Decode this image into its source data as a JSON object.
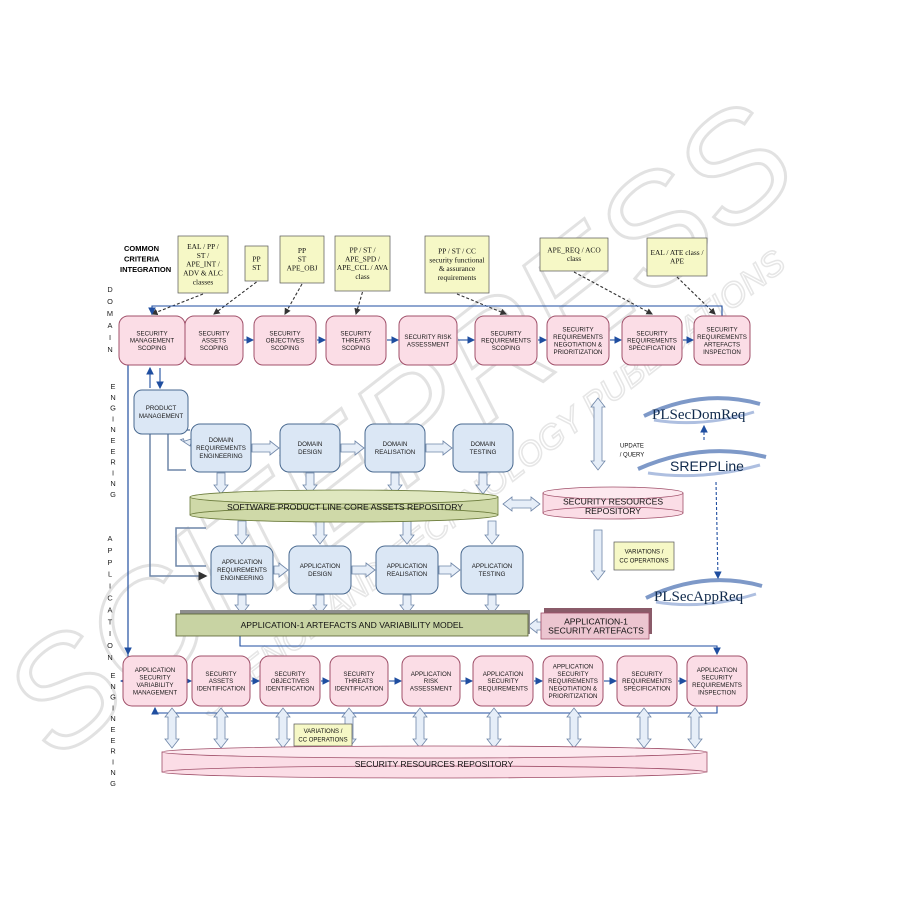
{
  "watermark": {
    "main": "SCITEPRESS",
    "sub": "SCIENCE AND TECHNOLOGY PUBLICATIONS"
  },
  "cc": {
    "title_lines": [
      "COMMON",
      "CRITERIA",
      "INTEGRATION"
    ],
    "notes": [
      [
        "EAL / PP /",
        "ST /",
        "APE_INT /",
        "ADV & ALC",
        "classes"
      ],
      [
        "PP",
        "ST"
      ],
      [
        "PP",
        "ST",
        "APE_OBJ"
      ],
      [
        "PP / ST /",
        "APE_SPD /",
        "APE_CCL / AVA",
        "class"
      ],
      [
        "PP / ST / CC",
        "security functional",
        "& assurance",
        "requirements"
      ],
      [
        "APE_REQ / ACO",
        "class"
      ],
      [
        "EAL / ATE class /",
        "APE"
      ]
    ]
  },
  "side_labels": {
    "domain": [
      "D",
      "O",
      "M",
      "A",
      "I",
      "N"
    ],
    "engineering_top": [
      "E",
      "N",
      "G",
      "I",
      "N",
      "E",
      "E",
      "R",
      "I",
      "N",
      "G"
    ],
    "application": [
      "A",
      "P",
      "P",
      "L",
      "I",
      "C",
      "A",
      "T",
      "I",
      "O",
      "N"
    ],
    "engineering_bottom": [
      "E",
      "N",
      "G",
      "I",
      "N",
      "E",
      "E",
      "R",
      "I",
      "N",
      "G"
    ]
  },
  "domain_row": [
    [
      "SECURITY",
      "MANAGEMENT",
      "SCOPING"
    ],
    [
      "SECURITY",
      "ASSETS",
      "SCOPING"
    ],
    [
      "SECURITY",
      "OBJECTIVES",
      "SCOPING"
    ],
    [
      "SECURITY",
      "THREATS",
      "SCOPING"
    ],
    [
      "SECURITY RISK",
      "ASSESSMENT"
    ],
    [
      "SECURITY",
      "REQUIREMENTS",
      "SCOPING"
    ],
    [
      "SECURITY",
      "REQUIREMENTS",
      "NEGOTIATION &",
      "PRIORITIZATION"
    ],
    [
      "SECURITY",
      "REQUIREMENTS",
      "SPECIFICATION"
    ],
    [
      "SECURITY",
      "REQUIREMENTS",
      "ARTEFACTS",
      "INSPECTION"
    ]
  ],
  "product_management": [
    "PRODUCT",
    "MANAGEMENT"
  ],
  "domain_process": [
    [
      "DOMAIN",
      "REQUIREMENTS",
      "ENGINEERING"
    ],
    [
      "DOMAIN",
      "DESIGN"
    ],
    [
      "DOMAIN",
      "REALISATION"
    ],
    [
      "DOMAIN",
      "TESTING"
    ]
  ],
  "core_repo": "SOFTWARE PRODUCT LINE CORE ASSETS REPOSITORY",
  "security_repo_top": [
    "SECURITY RESOURCES",
    "REPOSITORY"
  ],
  "update_query": [
    "UPDATE",
    "/ QUERY"
  ],
  "variations_right": [
    "VARIATIONS /",
    "CC OPERATIONS"
  ],
  "plsec_dom": "PLSecDomReq",
  "srepp": "SREPPLine",
  "plsec_app": "PLSecAppReq",
  "app_process": [
    [
      "APPLICATION",
      "REQUIREMENTS",
      "ENGINEERING"
    ],
    [
      "APPLICATION",
      "DESIGN"
    ],
    [
      "APPLICATION",
      "REALISATION"
    ],
    [
      "APPLICATION",
      "TESTING"
    ]
  ],
  "app_model": "APPLICATION-1 ARTEFACTS AND VARIABILITY MODEL",
  "app_sec_artefacts": [
    "APPLICATION-1",
    "SECURITY ARTEFACTS"
  ],
  "app_row": [
    [
      "APPLICATION",
      "SECURITY",
      "VARIABILITY",
      "MANAGEMENT"
    ],
    [
      "SECURITY",
      "ASSETS",
      "IDENTIFICATION"
    ],
    [
      "SECURITY",
      "OBJECTIVES",
      "IDENTIFICATION"
    ],
    [
      "SECURITY",
      "THREATS",
      "IDENTIFICATION"
    ],
    [
      "APPLICATION",
      "RISK",
      "ASSESSMENT"
    ],
    [
      "APPLICATION",
      "SECURITY",
      "REQUIREMENTS"
    ],
    [
      "APPLICATION",
      "SECURITY",
      "REQUIREMENTS",
      "NEGOTIATION &",
      "PRIORITIZATION"
    ],
    [
      "SECURITY",
      "REQUIREMENTS",
      "SPECIFICATION"
    ],
    [
      "APPLICATION",
      "SECURITY",
      "REQUIREMENTS",
      "INSPECTION"
    ]
  ],
  "variations_bottom": [
    "VARIATIONS /",
    "CC OPERATIONS"
  ],
  "security_repo_bottom": "SECURITY RESOURCES REPOSITORY",
  "colors": {
    "pink_fill": "#fbdde6",
    "pink_stroke": "#a0506a",
    "blue_fill": "#dbe7f5",
    "blue_stroke": "#4a6a90",
    "note_fill": "#f6f8c6",
    "olive_fill": "#cfd9a8",
    "arrow_blue": "#1f4ea0",
    "watermark": "#ececec"
  }
}
